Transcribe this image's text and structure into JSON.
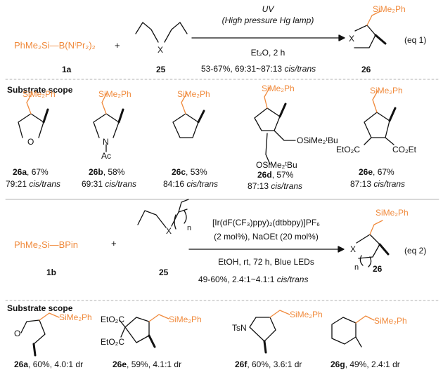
{
  "eq1": {
    "reagent_a": "PhMe₂Si—B(NⁱPr₂)₂",
    "plus": "+",
    "x_label": "X",
    "reagent_a_id": "1a",
    "diene_id": "25",
    "condition_top": "UV",
    "condition_mid": "(High pressure Hg lamp)",
    "condition_solvent": "Et₂O, 2 h",
    "condition_yield": "53-67%, 69:31~87:13",
    "condition_yield_italic": "cis/trans",
    "product_label": "SiMe₂Ph",
    "product_x": "X",
    "product_id": "26",
    "eq_label": "(eq 1)"
  },
  "scope1": {
    "header": "Substrate scope",
    "items": [
      {
        "id": "26a",
        "yield": ", 67%",
        "ratio": "79:21",
        "ratio_it": "cis/trans",
        "top": "SiMe₂Ph",
        "ring_label": "O"
      },
      {
        "id": "26b",
        "yield": ", 58%",
        "ratio": "69:31",
        "ratio_it": "cis/trans",
        "top": "SiMe₂Ph",
        "ring_label": "N",
        "sub_label": "Ac"
      },
      {
        "id": "26c",
        "yield": ", 53%",
        "ratio": "84:16",
        "ratio_it": "cis/trans",
        "top": "SiMe₂Ph"
      },
      {
        "id": "26d",
        "yield": ", 57%",
        "ratio": "87:13",
        "ratio_it": "cis/trans",
        "top": "SiMe₂Ph",
        "sub1": "OSiMe₂ᵗBu",
        "sub2": "OSiMe₂ᵗBu"
      },
      {
        "id": "26e",
        "yield": ", 67%",
        "ratio": "87:13",
        "ratio_it": "cis/trans",
        "top": "SiMe₂Ph",
        "sub1": "EtO₂C",
        "sub2": "CO₂Et"
      }
    ]
  },
  "eq2": {
    "reagent_b": "PhMe₂Si—BPin",
    "plus": "+",
    "x_label": "X",
    "n_label": "n",
    "reagent_b_id": "1b",
    "diene_id": "25",
    "condition_cat": "[Ir(dF(CF₃)ppy)₂(dtbbpy)]PF₆",
    "condition_loading": "(2 mol%), NaOEt (20 mol%)",
    "condition_solvent": "EtOH, rt, 72 h, Blue LEDs",
    "condition_yield": "49-60%, 2.4:1~4.1:1",
    "condition_yield_italic": "cis/trans",
    "product_label": "SiMe₂Ph",
    "product_x": "X",
    "product_n": "n",
    "product_id": "26",
    "eq_label": "(eq 2)"
  },
  "scope2": {
    "header": "Substrate scope",
    "items": [
      {
        "id": "26a",
        "caption": ", 60%, 4.0:1 dr",
        "right": "SiMe₂Ph",
        "ring_label": "O"
      },
      {
        "id": "26e",
        "caption": ", 59%, 4.1:1 dr",
        "right": "SiMe₂Ph",
        "sub1": "EtO₂C",
        "sub2": "EtO₂C"
      },
      {
        "id": "26f",
        "caption": ", 60%, 3.6:1 dr",
        "right": "SiMe₂Ph",
        "ring_label": "TsN"
      },
      {
        "id": "26g",
        "caption": ", 49%, 2.4:1 dr",
        "right": "SiMe₂Ph"
      }
    ]
  }
}
